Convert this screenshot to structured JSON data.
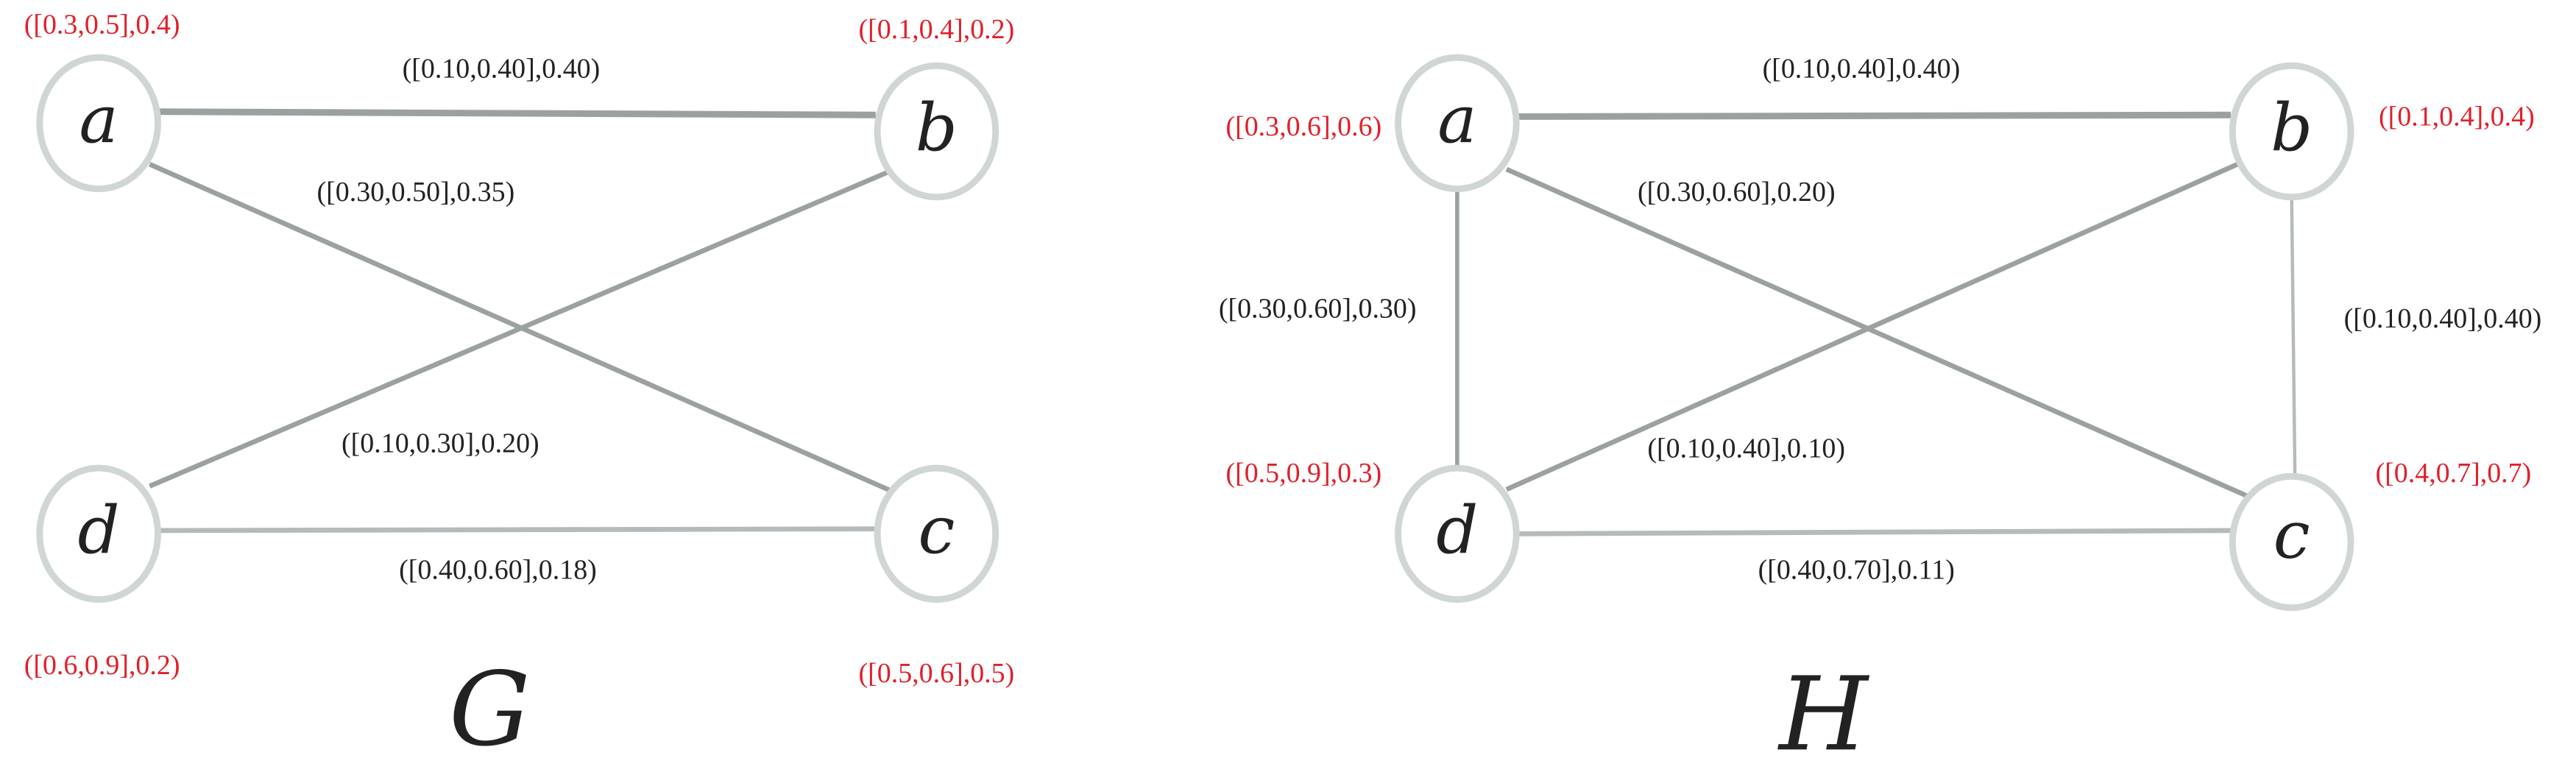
{
  "graphs": [
    {
      "name": "G",
      "nodes": {
        "a": {
          "label": "a",
          "value": "([0.3,0.5],0.4)"
        },
        "b": {
          "label": "b",
          "value": "([0.1,0.4],0.2)"
        },
        "c": {
          "label": "c",
          "value": "([0.5,0.6],0.5)"
        },
        "d": {
          "label": "d",
          "value": "([0.6,0.9],0.2)"
        }
      },
      "edges": {
        "ab": "([0.10,0.40],0.40)",
        "ac": "([0.30,0.50],0.35)",
        "bd": "([0.10,0.30],0.20)",
        "dc": "([0.40,0.60],0.18)"
      }
    },
    {
      "name": "H",
      "nodes": {
        "a": {
          "label": "a",
          "value": "([0.3,0.6],0.6)"
        },
        "b": {
          "label": "b",
          "value": "([0.1,0.4],0.4)"
        },
        "c": {
          "label": "c",
          "value": "([0.4,0.7],0.7)"
        },
        "d": {
          "label": "d",
          "value": "([0.5,0.9],0.3)"
        }
      },
      "edges": {
        "ab": "([0.10,0.40],0.40)",
        "ac": "([0.30,0.60],0.20)",
        "ad": "([0.30,0.60],0.30)",
        "bc": "([0.10,0.40],0.40)",
        "bd": "([0.10,0.40],0.10)",
        "dc": "([0.40,0.70],0.11)"
      }
    }
  ],
  "colors": {
    "node_stroke": "#cfd6d3",
    "edge": "#9ba1a1",
    "value_text": "#e0202a"
  }
}
